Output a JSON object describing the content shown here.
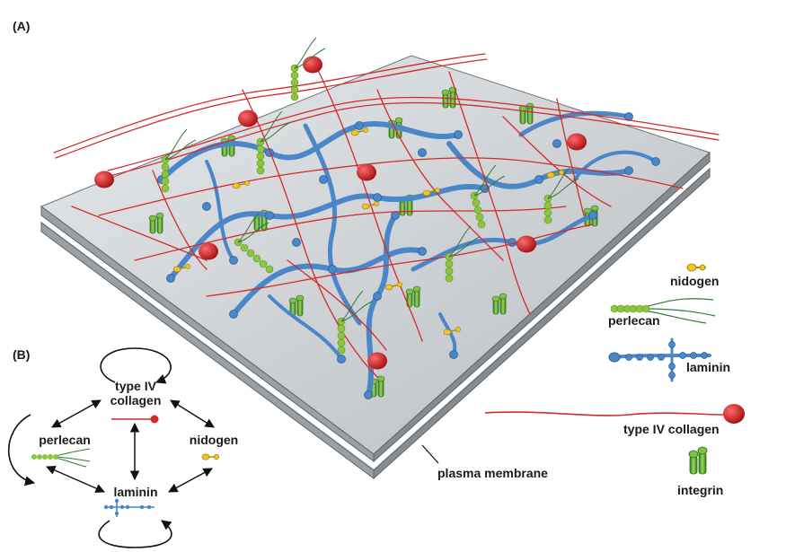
{
  "panel_a": {
    "label": "(A)",
    "membrane_label": "plasma membrane",
    "legend": [
      {
        "key": "nidogen",
        "label": "nidogen"
      },
      {
        "key": "perlecan",
        "label": "perlecan"
      },
      {
        "key": "laminin",
        "label": "laminin"
      },
      {
        "key": "collagen",
        "label": "type IV collagen"
      },
      {
        "key": "integrin",
        "label": "integrin"
      }
    ]
  },
  "panel_b": {
    "label": "(B)",
    "nodes": {
      "collagen": [
        "type IV",
        "collagen"
      ],
      "perlecan": "perlecan",
      "nidogen": "nidogen",
      "laminin": "laminin"
    }
  },
  "colors": {
    "collagen": "#d42a2a",
    "collagen_head": "#c41a1a",
    "laminin": "#4a86c8",
    "laminin_dark": "#2a5f9a",
    "perlecan": "#8cc63f",
    "perlecan_chain": "#2e7d32",
    "nidogen": "#f2c522",
    "integrin": "#5daa2e",
    "membrane_top": "#c9cdd0",
    "membrane_edge": "#7a7f83"
  }
}
